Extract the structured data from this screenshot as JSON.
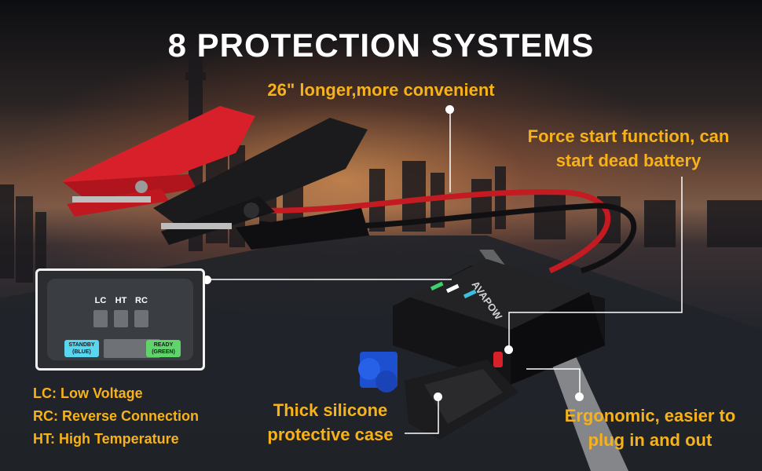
{
  "title": "8 PROTECTION SYSTEMS",
  "callouts": {
    "cable_length": "26\" longer,more convenient",
    "force_start_line1": "Force start function, can",
    "force_start_line2": "start dead battery",
    "silicone_line1": "Thick silicone",
    "silicone_line2": "protective case",
    "ergonomic_line1": "Ergonomic, easier to",
    "ergonomic_line2": "plug in and out"
  },
  "legend": {
    "lc": "LC: Low Voltage",
    "rc": "RC: Reverse Connection",
    "ht": "HT: High Temperature"
  },
  "panel": {
    "lc": "LC",
    "ht": "HT",
    "rc": "RC",
    "standby_line1": "STANDBY",
    "standby_line2": "(BLUE)",
    "ready_line1": "READY",
    "ready_line2": "(GREEN)"
  },
  "brand": "AVAPOW",
  "colors": {
    "accent": "#f7b21a",
    "title": "#ffffff",
    "standby": "#5ad7f0",
    "ready": "#5fd46a",
    "red_clamp": "#d8202a",
    "black_clamp": "#1b1b1d",
    "connector": "#1d4fd1"
  }
}
